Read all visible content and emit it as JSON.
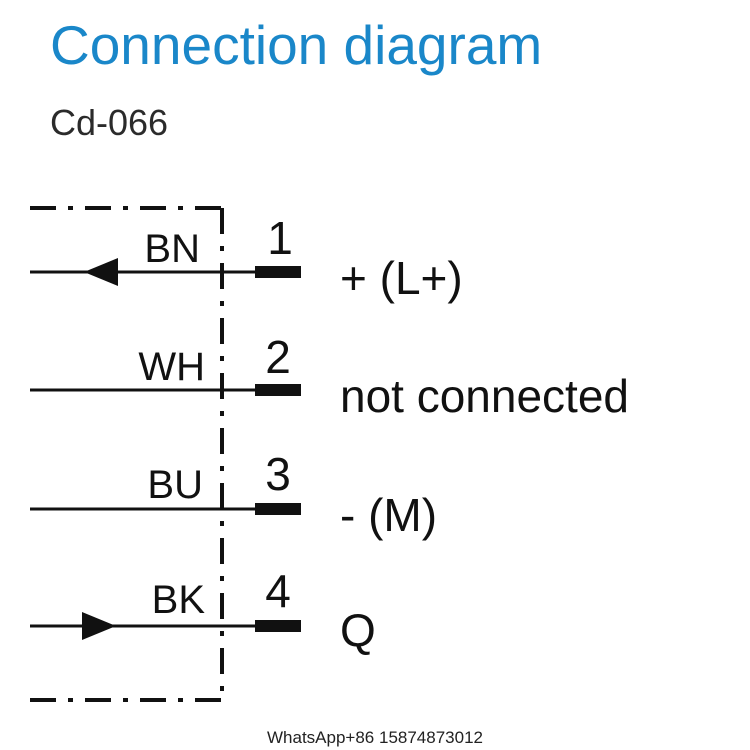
{
  "header": {
    "title": "Connection diagram",
    "code": "Cd-066"
  },
  "colors": {
    "title": "#1a87c9",
    "line": "#111111"
  },
  "pins": [
    {
      "wire": "BN",
      "number": "1",
      "signal": "+ (L+)",
      "arrow": "left",
      "icon": "arrow-left"
    },
    {
      "wire": "WH",
      "number": "2",
      "signal": "not connected",
      "arrow": "none",
      "icon": ""
    },
    {
      "wire": "BU",
      "number": "3",
      "signal": "- (M)",
      "arrow": "none",
      "icon": ""
    },
    {
      "wire": "BK",
      "number": "4",
      "signal": "Q",
      "arrow": "right",
      "icon": "arrow-right"
    }
  ],
  "footer": {
    "watermark": "WhatsApp+86 15874873012"
  }
}
